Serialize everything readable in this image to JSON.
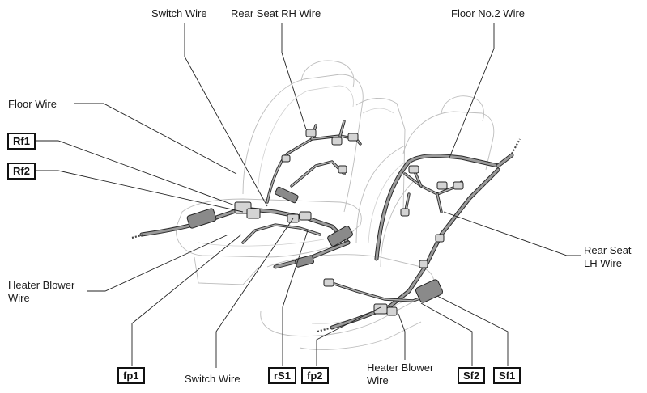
{
  "labels": {
    "switch_wire_top": "Switch Wire",
    "rear_seat_rh_wire": "Rear Seat RH Wire",
    "floor_no2_wire": "Floor No.2 Wire",
    "floor_wire": "Floor Wire",
    "rear_seat_lh_wire_line1": "Rear Seat",
    "rear_seat_lh_wire_line2": "LH Wire",
    "heater_blower_wire_left_line1": "Heater Blower",
    "heater_blower_wire_left_line2": "Wire",
    "switch_wire_bottom": "Switch Wire",
    "heater_blower_wire_bottom_line1": "Heater Blower",
    "heater_blower_wire_bottom_line2": "Wire"
  },
  "connectors": {
    "rf1": "Rf1",
    "rf2": "Rf2",
    "fp1": "fp1",
    "rs1": "rS1",
    "fp2": "fp2",
    "sf2": "Sf2",
    "sf1": "Sf1"
  }
}
